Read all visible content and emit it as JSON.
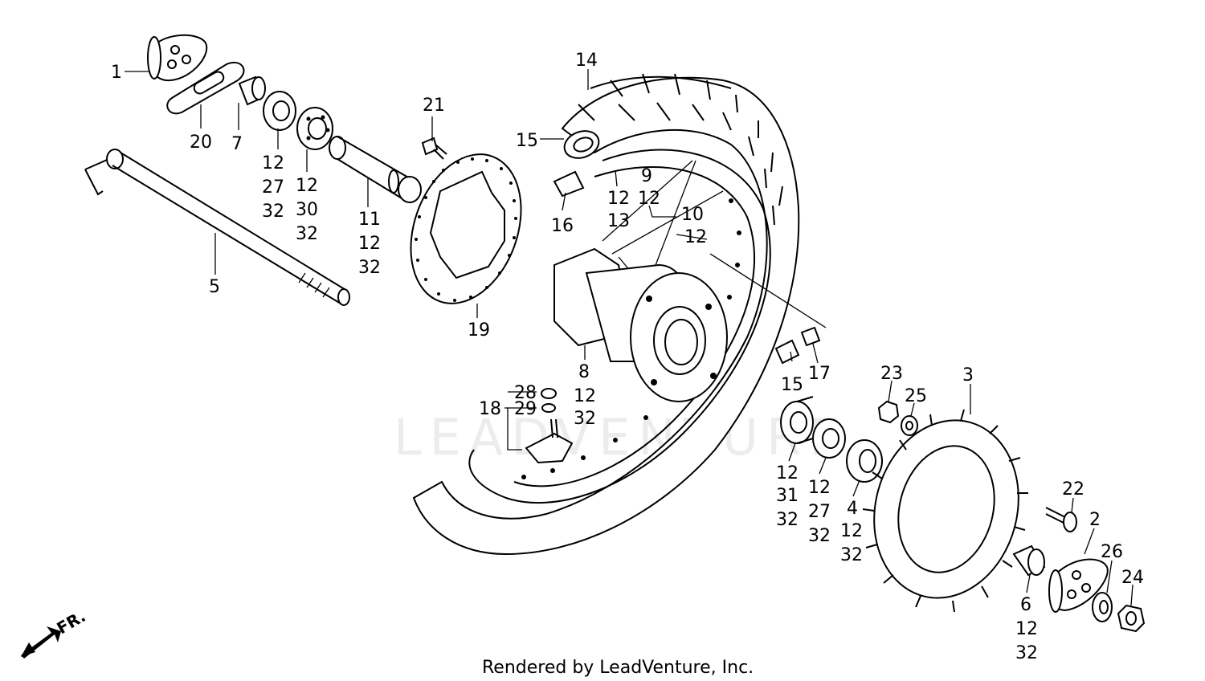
{
  "watermark": "LEADVENTURE",
  "footer": "Rendered by LeadVenture, Inc.",
  "direction": "FR.",
  "callouts": {
    "c1": "1",
    "c20": "20",
    "c7": "7",
    "c12_27_32_left": [
      "12",
      "27",
      "32"
    ],
    "c12_30_32": [
      "12",
      "30",
      "32"
    ],
    "c11_12_32": [
      "11",
      "12",
      "32"
    ],
    "c5": "5",
    "c21": "21",
    "c19": "19",
    "c14": "14",
    "c15_top": "15",
    "c16": "16",
    "c9": "9",
    "c12_13": [
      "12",
      "13"
    ],
    "c12_mid": "12",
    "c10": "10",
    "c12_10": "12",
    "c8_12_32": [
      "8",
      "12",
      "32"
    ],
    "c18": "18",
    "c28": "28",
    "c29": "29",
    "c15_bot": "15",
    "c17": "17",
    "c23": "23",
    "c25": "25",
    "c3": "3",
    "c12_31_32": [
      "12",
      "31",
      "32"
    ],
    "c12_27_32_right": [
      "12",
      "27",
      "32"
    ],
    "c4_12_32": [
      "4",
      "12",
      "32"
    ],
    "c22": "22",
    "c2": "2",
    "c26": "26",
    "c24": "24",
    "c6_12_32": [
      "6",
      "12",
      "32"
    ]
  }
}
